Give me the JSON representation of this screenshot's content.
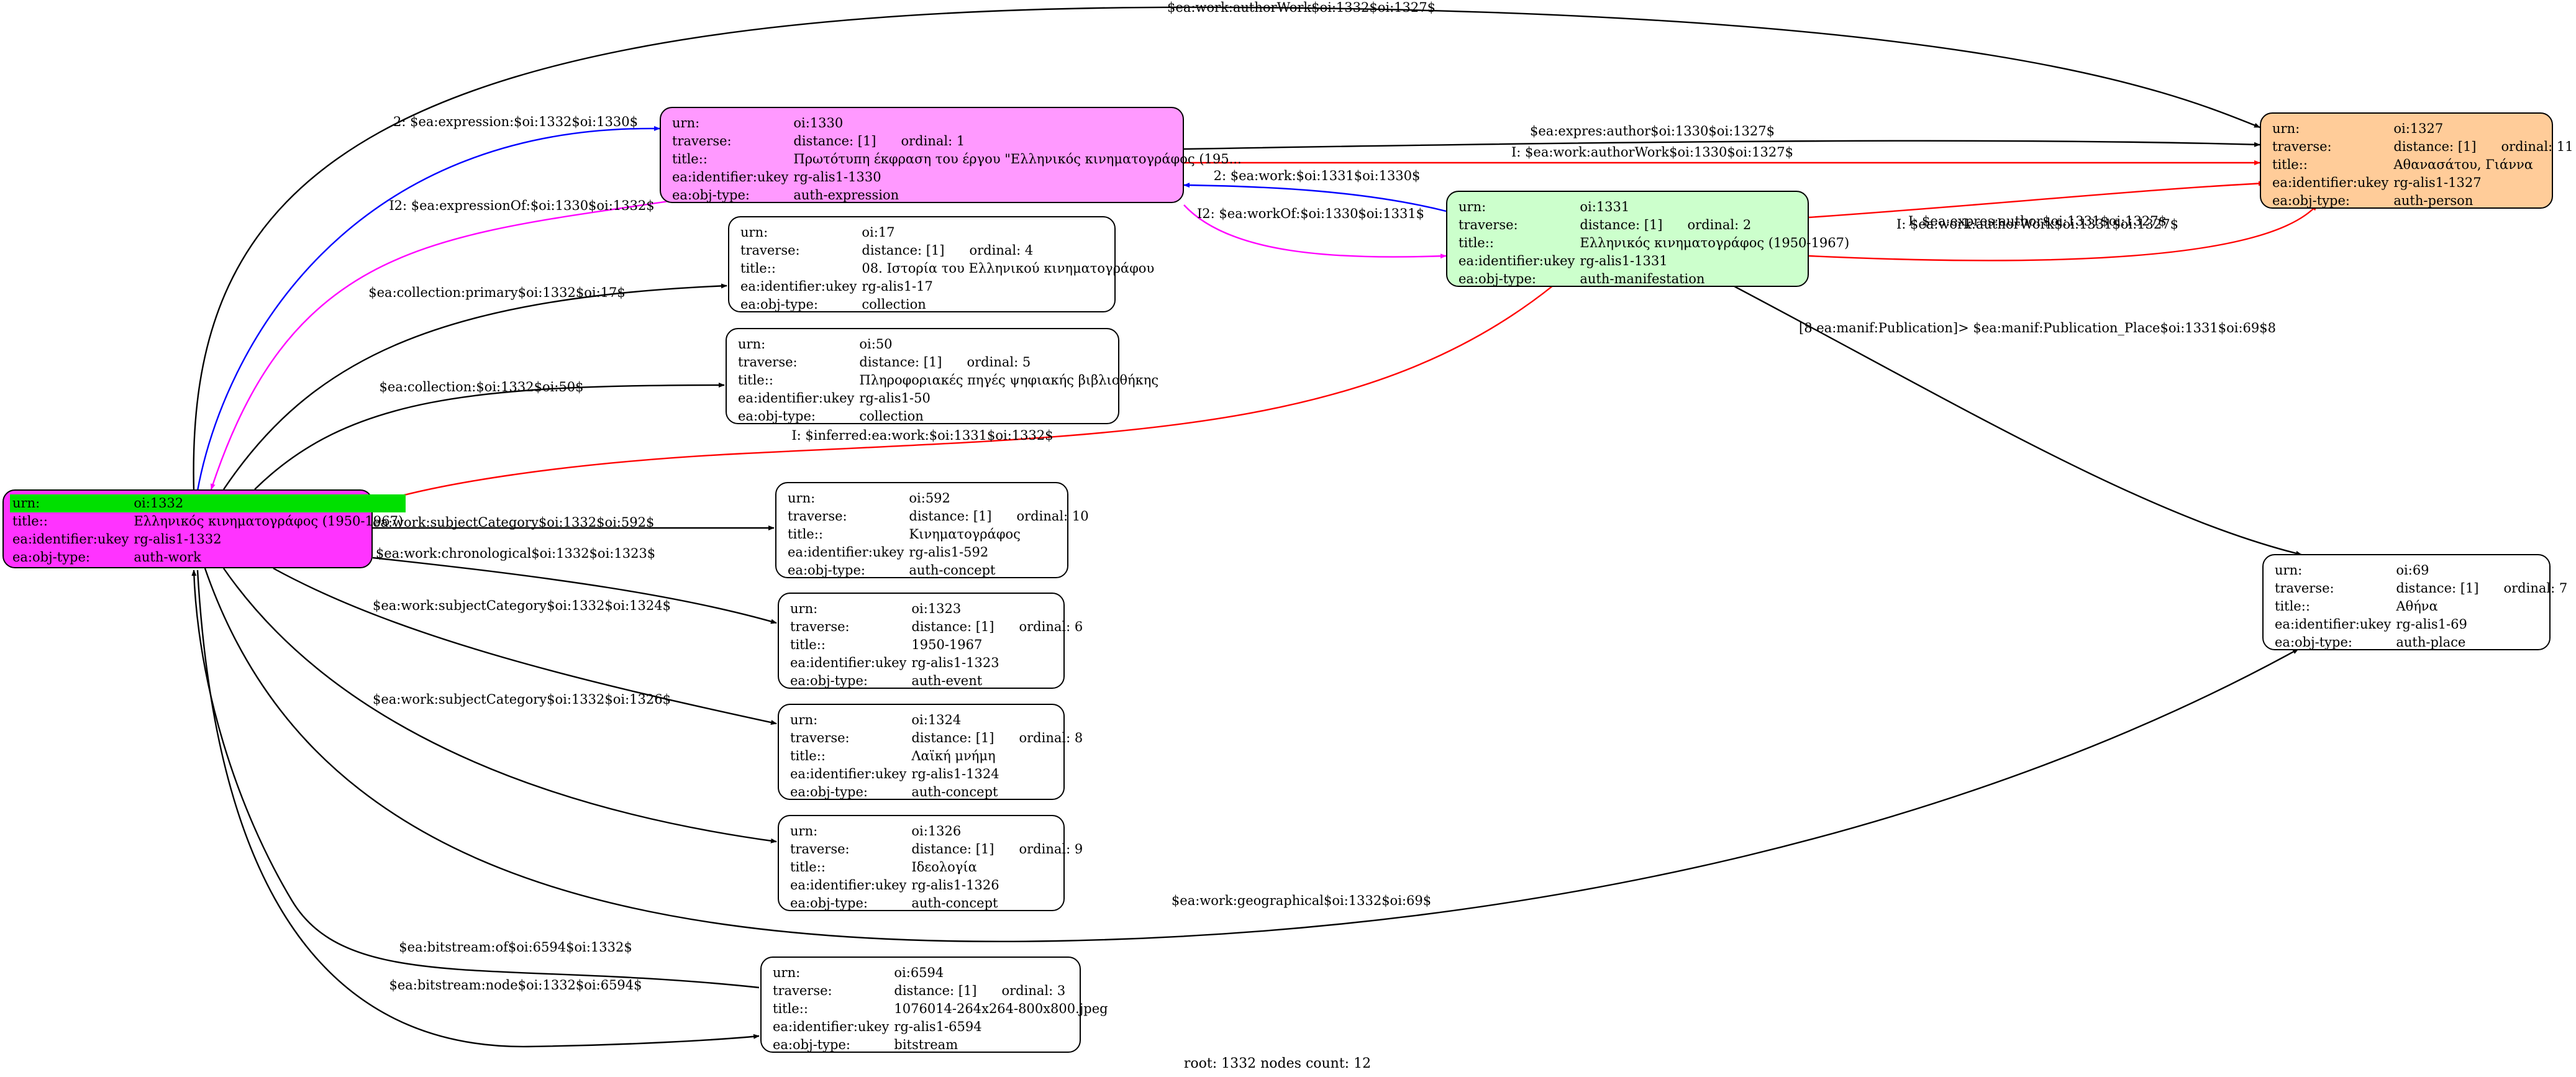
{
  "colors": {
    "root_fill": "#ff33ff",
    "root_highlight": "#00e000",
    "expression_fill": "#ff99ff",
    "manifestation_fill": "#ccffcc",
    "person_fill": "#ffcc99",
    "default_fill": "#ffffff",
    "edge_black": "#000000",
    "edge_blue": "#0000ff",
    "edge_magenta": "#ff00ff",
    "edge_red": "#ff0000"
  },
  "field_labels": {
    "urn": "urn:",
    "traverse": "traverse:",
    "title": "title::",
    "identifier": "ea:identifier:ukey",
    "objtype": "ea:obj-type:"
  },
  "nodes": {
    "n1332": {
      "urn": "oi:1332",
      "title": "Ελληνικός κινηματογράφος (1950-1967)",
      "identifier": "rg-alis1-1332",
      "objtype": "auth-work"
    },
    "n1330": {
      "urn": "oi:1330",
      "distance": "distance: [1]",
      "ordinal": "ordinal: 1",
      "title": "Πρωτότυπη έκφραση του έργου \"Ελληνικός κινηματογράφος (195...",
      "identifier": "rg-alis1-1330",
      "objtype": "auth-expression"
    },
    "n1327": {
      "urn": "oi:1327",
      "distance": "distance: [1]",
      "ordinal": "ordinal: 11",
      "title": "Αθανασάτου, Γιάννα",
      "identifier": "rg-alis1-1327",
      "objtype": "auth-person"
    },
    "n1331": {
      "urn": "oi:1331",
      "distance": "distance: [1]",
      "ordinal": "ordinal: 2",
      "title": "Ελληνικός κινηματογράφος (1950-1967)",
      "identifier": "rg-alis1-1331",
      "objtype": "auth-manifestation"
    },
    "n17": {
      "urn": "oi:17",
      "distance": "distance: [1]",
      "ordinal": "ordinal: 4",
      "title": "08. Ιστορία του Ελληνικού κινηματογράφου",
      "identifier": "rg-alis1-17",
      "objtype": "collection"
    },
    "n50": {
      "urn": "oi:50",
      "distance": "distance: [1]",
      "ordinal": "ordinal: 5",
      "title": "Πληροφοριακές πηγές ψηφιακής βιβλιοθήκης",
      "identifier": "rg-alis1-50",
      "objtype": "collection"
    },
    "n592": {
      "urn": "oi:592",
      "distance": "distance: [1]",
      "ordinal": "ordinal: 10",
      "title": "Κινηματογράφος",
      "identifier": "rg-alis1-592",
      "objtype": "auth-concept"
    },
    "n1323": {
      "urn": "oi:1323",
      "distance": "distance: [1]",
      "ordinal": "ordinal: 6",
      "title": "1950-1967",
      "identifier": "rg-alis1-1323",
      "objtype": "auth-event"
    },
    "n1324": {
      "urn": "oi:1324",
      "distance": "distance: [1]",
      "ordinal": "ordinal: 8",
      "title": "Λαϊκή μνήμη",
      "identifier": "rg-alis1-1324",
      "objtype": "auth-concept"
    },
    "n1326": {
      "urn": "oi:1326",
      "distance": "distance: [1]",
      "ordinal": "ordinal: 9",
      "title": "Ιδεολογία",
      "identifier": "rg-alis1-1326",
      "objtype": "auth-concept"
    },
    "n6594": {
      "urn": "oi:6594",
      "distance": "distance: [1]",
      "ordinal": "ordinal: 3",
      "title": "1076014-264x264-800x800.jpeg",
      "identifier": "rg-alis1-6594",
      "objtype": "bitstream"
    },
    "n69": {
      "urn": "oi:69",
      "distance": "distance: [1]",
      "ordinal": "ordinal: 7",
      "title": "Αθήνα",
      "identifier": "rg-alis1-69",
      "objtype": "auth-place"
    }
  },
  "edges": {
    "e_authorwork": "$ea:work:authorWork$oi:1332$oi:1327$",
    "e_expression": "2: $ea:expression:$oi:1332$oi:1330$",
    "e_expressionof": "I2: $ea:expressionOf:$oi:1330$oi:1332$",
    "e_exprauthor1330": "$ea:expres:author$oi:1330$oi:1327$",
    "e_i_authorwork1330": "I: $ea:work:authorWork$oi:1330$oi:1327$",
    "e_work1331": "2: $ea:work:$oi:1331$oi:1330$",
    "e_workof": "I2: $ea:workOf:$oi:1330$oi:1331$",
    "e_i_exprauthor1331": "I: $ea:expres:author$oi:1331$oi:1327$",
    "e_i_authorwork1331": "I: $ea:work:authorWork$oi:1331$oi:1327$",
    "e_pubplace": "[8 ea:manif:Publication]> $ea:manif:Publication_Place$oi:1331$oi:69$8",
    "e_primary": "$ea:collection:primary$oi:1332$oi:17$",
    "e_collection": "$ea:collection:$oi:1332$oi:50$",
    "e_inferred": "I: $inferred:ea:work:$oi:1331$oi:1332$",
    "e_subj592": "$ea:work:subjectCategory$oi:1332$oi:592$",
    "e_chrono": "$ea:work:chronological$oi:1332$oi:1323$",
    "e_subj1324": "$ea:work:subjectCategory$oi:1332$oi:1324$",
    "e_subj1326": "$ea:work:subjectCategory$oi:1332$oi:1326$",
    "e_geo": "$ea:work:geographical$oi:1332$oi:69$",
    "e_bitof": "$ea:bitstream:of$oi:6594$oi:1332$",
    "e_bitnode": "$ea:bitstream:node$oi:1332$oi:6594$"
  },
  "caption": "root: 1332 nodes count: 12"
}
